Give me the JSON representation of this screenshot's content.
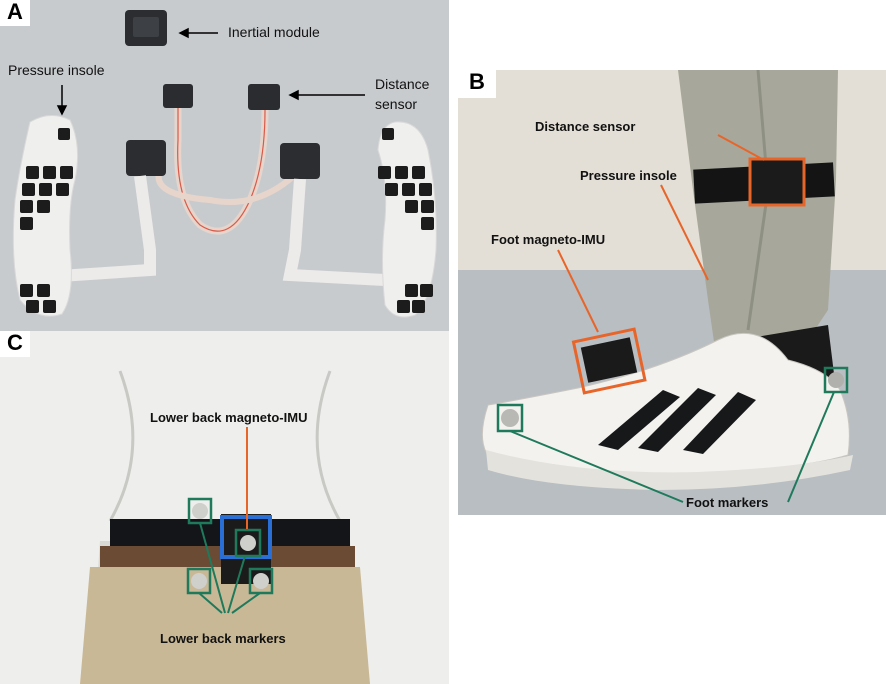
{
  "panels": {
    "a": {
      "label": "A"
    },
    "b": {
      "label": "B"
    },
    "c": {
      "label": "C"
    }
  },
  "annotations": {
    "inertial_module": "Inertial module",
    "pressure_insole_a": "Pressure insole",
    "distance_sensor_a_line1": "Distance",
    "distance_sensor_a_line2": "sensor",
    "distance_sensor_b": "Distance sensor",
    "pressure_insole_b": "Pressure insole",
    "foot_imu": "Foot magneto-IMU",
    "foot_markers": "Foot markers",
    "lower_back_imu": "Lower back magneto-IMU",
    "lower_back_markers": "Lower back markers"
  },
  "colors": {
    "highlight_orange": "#e8652a",
    "marker_green": "#1f7a5c",
    "imu_blue": "#2a6fd6"
  }
}
